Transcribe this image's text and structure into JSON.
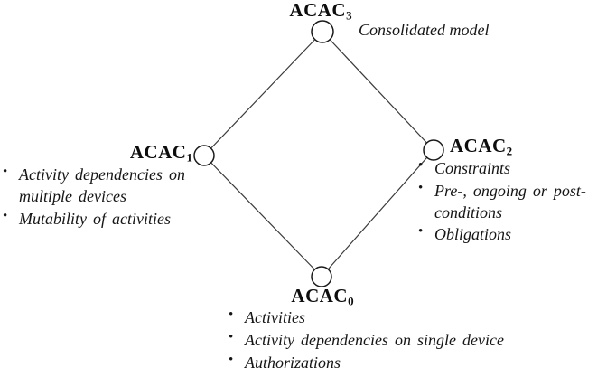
{
  "diagram": {
    "type": "lattice",
    "nodes": {
      "top": {
        "label": "ACAC",
        "subscript": "3",
        "annotation": "Consolidated model"
      },
      "left": {
        "label": "ACAC",
        "subscript": "1",
        "bullets": [
          "Activity dependencies on multiple devices",
          "Mutability of activities"
        ]
      },
      "right": {
        "label": "ACAC",
        "subscript": "2",
        "bullets": [
          "Constraints",
          "Pre-, ongoing or post-conditions",
          "Obligations"
        ]
      },
      "bottom": {
        "label": "ACAC",
        "subscript": "0",
        "bullets": [
          "Activities",
          "Activity dependencies on single device",
          "Authorizations"
        ]
      }
    },
    "edges": [
      [
        "top",
        "left"
      ],
      [
        "top",
        "right"
      ],
      [
        "left",
        "bottom"
      ],
      [
        "right",
        "bottom"
      ]
    ],
    "bullet_glyph": "•",
    "colors": {
      "background": "#ffffff",
      "text": "#111111",
      "edge": "#3a3a3a",
      "node_stroke": "#1a1a1a",
      "node_fill": "#ffffff"
    }
  }
}
